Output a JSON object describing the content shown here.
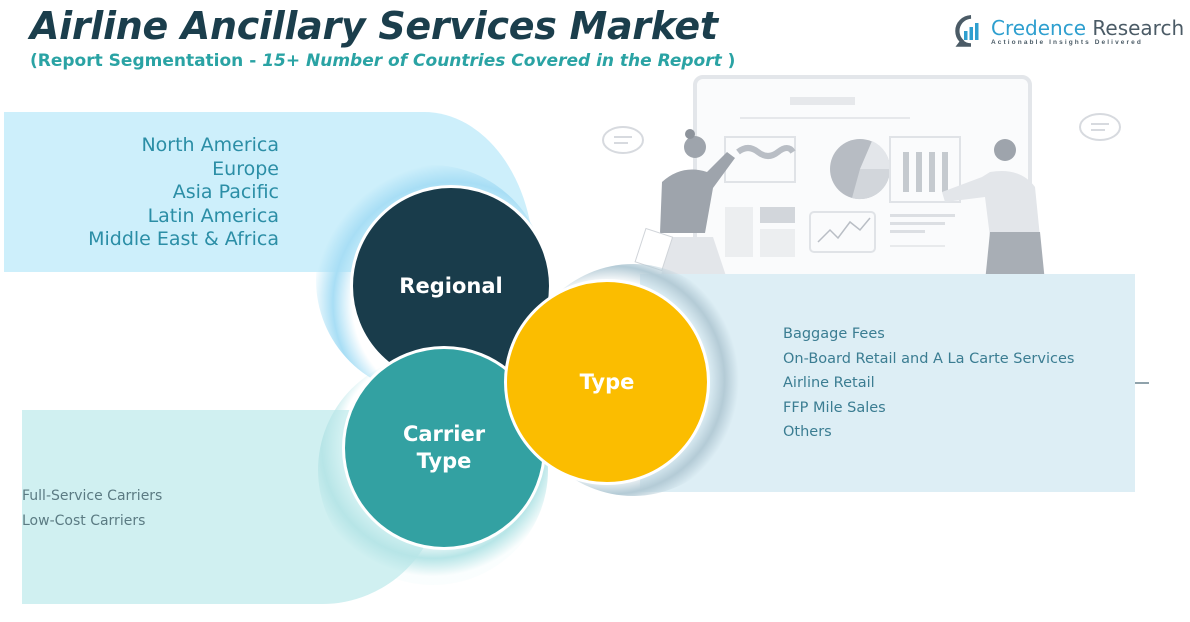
{
  "header": {
    "title": "Airline Ancillary Services Market",
    "subtitle_open": "(Report Segmentation - ",
    "subtitle_italic": "15+ Number of Countries Covered in the Report",
    "subtitle_close": " )"
  },
  "logo": {
    "name_part1": "Credence",
    "name_part2": " Research",
    "tagline": "Actionable Insights Delivered",
    "icon": "bar-chart-speech-bubble-icon"
  },
  "segments": {
    "regional": {
      "label": "Regional",
      "color": "#193c4b",
      "items": [
        "North America",
        "Europe",
        "Asia Pacific",
        "Latin America",
        "Middle East & Africa"
      ]
    },
    "type": {
      "label": "Type",
      "color": "#fbbd00",
      "items": [
        "Baggage Fees",
        "On-Board Retail and A La Carte Services",
        "Airline Retail",
        "FFP Mile Sales",
        "Others"
      ]
    },
    "carrier_type": {
      "label_line1": "Carrier",
      "label_line2": "Type",
      "color": "#33a1a2",
      "items": [
        "Full-Service Carriers",
        "Low-Cost Carriers"
      ]
    }
  },
  "illustration": {
    "description": "presenters-with-dashboard-illustration"
  }
}
